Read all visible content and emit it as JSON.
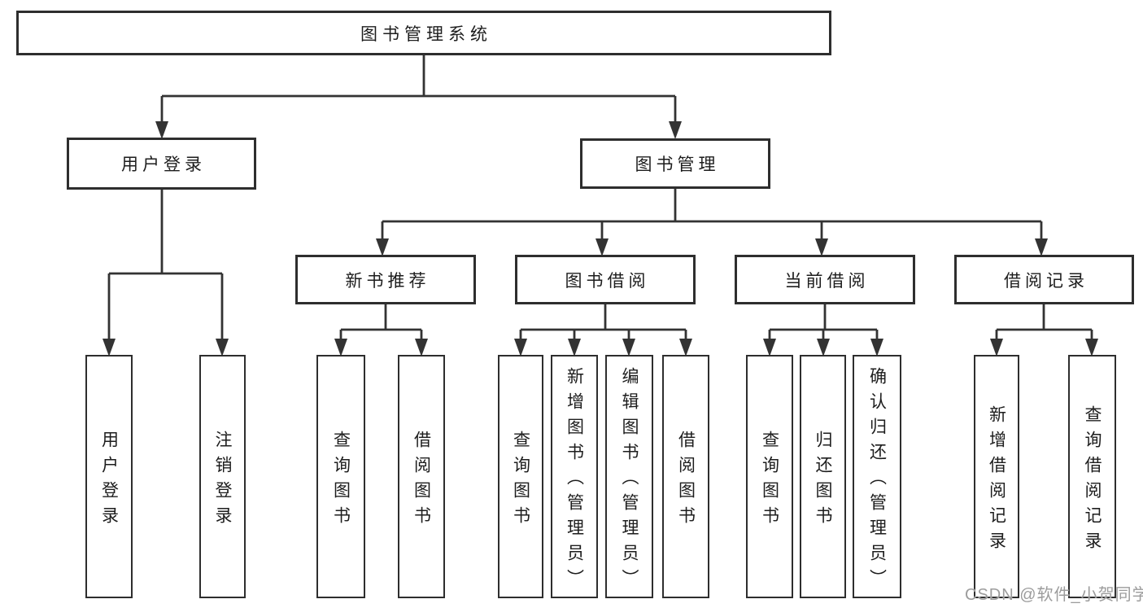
{
  "diagram_title": "图书管理系统",
  "nodes": {
    "root": {
      "label": "图书管理系统"
    },
    "level2": [
      {
        "label": "用户登录"
      },
      {
        "label": "图书管理"
      }
    ],
    "level3": [
      {
        "label": "新书推荐",
        "parent": "图书管理"
      },
      {
        "label": "图书借阅",
        "parent": "图书管理"
      },
      {
        "label": "当前借阅",
        "parent": "图书管理"
      },
      {
        "label": "借阅记录",
        "parent": "图书管理"
      }
    ],
    "leaves": [
      {
        "label": "用户登录",
        "parent": "用户登录"
      },
      {
        "label": "注销登录",
        "parent": "用户登录"
      },
      {
        "label": "查询图书",
        "parent": "新书推荐"
      },
      {
        "label": "借阅图书",
        "parent": "新书推荐"
      },
      {
        "label": "查询图书",
        "parent": "图书借阅"
      },
      {
        "label": "新增图书（管理员）",
        "parent": "图书借阅"
      },
      {
        "label": "编辑图书（管理员）",
        "parent": "图书借阅"
      },
      {
        "label": "借阅图书",
        "parent": "图书借阅"
      },
      {
        "label": "查询图书",
        "parent": "当前借阅"
      },
      {
        "label": "归还图书",
        "parent": "当前借阅"
      },
      {
        "label": "确认归还（管理员）",
        "parent": "当前借阅"
      },
      {
        "label": "新增借阅记录",
        "parent": "借阅记录"
      },
      {
        "label": "查询借阅记录",
        "parent": "借阅记录"
      }
    ]
  },
  "watermark": "CSDN @软件_小贺同学",
  "colors": {
    "line": "#333333",
    "box_border": "#2e2e2e",
    "box_fill": "#ffffff",
    "text": "#1d1d1d",
    "watermark": "#9c9c9c",
    "background": "#ffffff"
  }
}
